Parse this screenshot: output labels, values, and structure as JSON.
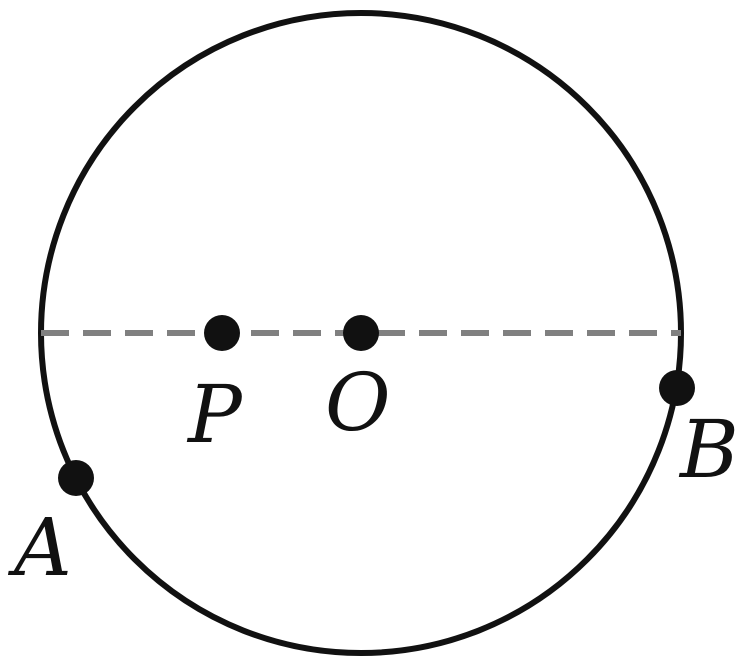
{
  "figure": {
    "colors": {
      "stroke": "#111111",
      "dashed_line": "#808080",
      "point_fill": "#111111",
      "background": "#ffffff"
    },
    "labels": {
      "p": "P",
      "o": "O",
      "a": "A",
      "b": "B"
    }
  }
}
